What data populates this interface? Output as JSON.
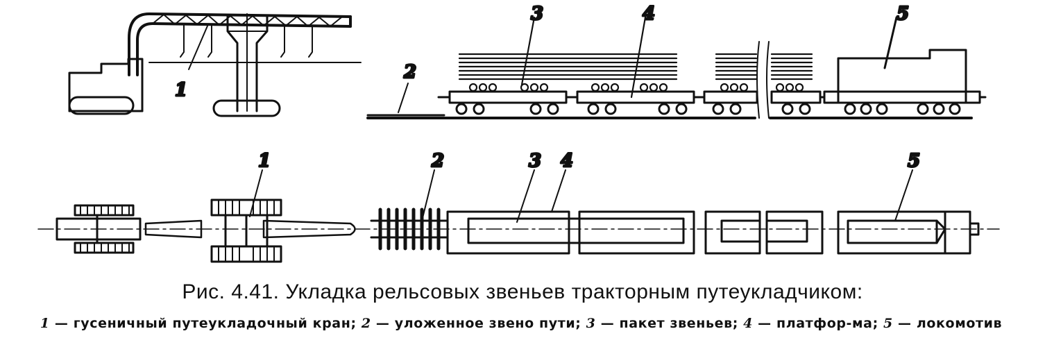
{
  "figure": {
    "callouts": {
      "side_view": [
        "1",
        "2",
        "3",
        "4",
        "5"
      ],
      "plan_view": [
        "1",
        "2",
        "3",
        "4",
        "5"
      ]
    }
  },
  "caption": {
    "title": "Рис. 4.41. Укладка рельсовых звеньев тракторным путеукладчиком:",
    "legend": [
      {
        "num": "1",
        "sep": " — ",
        "text": "гусеничный путеукладочный кран; "
      },
      {
        "num": "2",
        "sep": " — ",
        "text": "уложенное звено пути; "
      },
      {
        "num": "3",
        "sep": " — ",
        "text": "пакет звеньев; "
      },
      {
        "num": "4",
        "sep": " — ",
        "text": "платфор-ма; "
      },
      {
        "num": "5",
        "sep": " — ",
        "text": "локомотив"
      }
    ]
  }
}
